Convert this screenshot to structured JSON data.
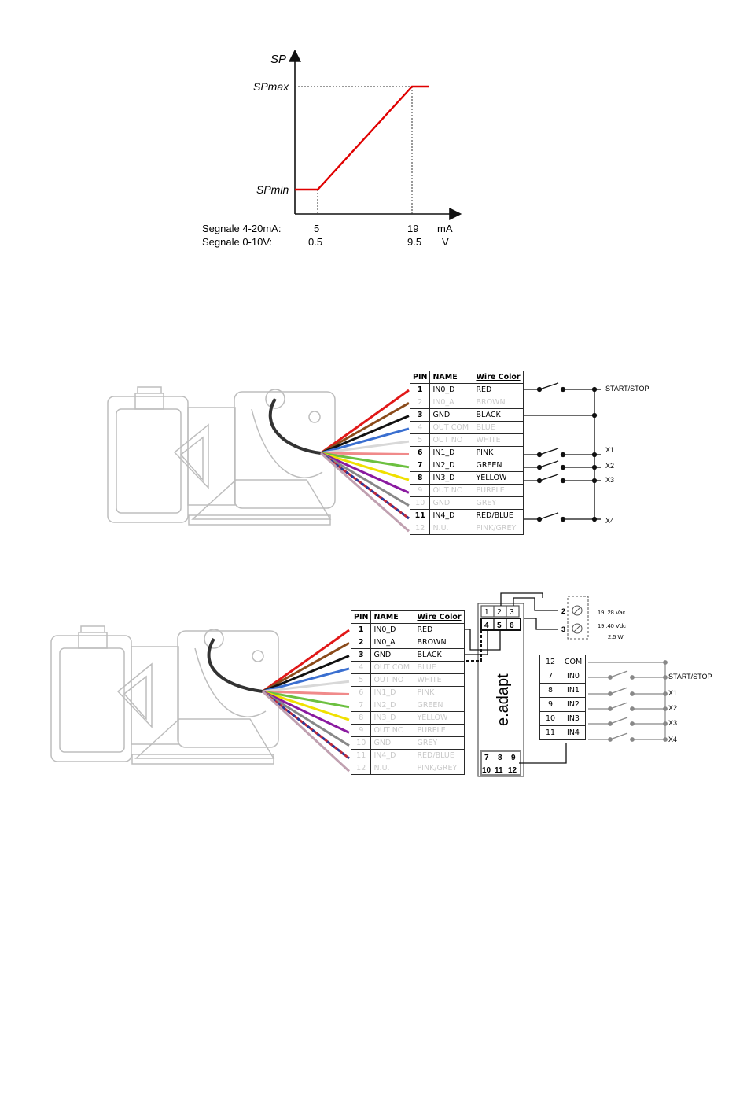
{
  "chart": {
    "y_axis_label": "SP",
    "spmax_label": "SPmax",
    "spmin_label": "SPmin",
    "signal_rows": [
      {
        "label": "Segnale 4-20mA:",
        "v1": "5",
        "v2": "19",
        "unit": "mA"
      },
      {
        "label": "Segnale 0-10V:",
        "v1": "0.5",
        "v2": "9.5",
        "unit": "V"
      }
    ],
    "line_color": "#e00000"
  },
  "table_headers": {
    "pin": "PIN",
    "name": "NAME",
    "wire": "Wire Color"
  },
  "diagram1": {
    "rows": [
      {
        "pin": "1",
        "name": "IN0_D",
        "color": "RED",
        "active": true
      },
      {
        "pin": "2",
        "name": "IN0_A",
        "color": "BROWN",
        "active": false
      },
      {
        "pin": "3",
        "name": "GND",
        "color": "BLACK",
        "active": true
      },
      {
        "pin": "4",
        "name": "OUT COM",
        "color": "BLUE",
        "active": false
      },
      {
        "pin": "5",
        "name": "OUT NO",
        "color": "WHITE",
        "active": false
      },
      {
        "pin": "6",
        "name": "IN1_D",
        "color": "PINK",
        "active": true
      },
      {
        "pin": "7",
        "name": "IN2_D",
        "color": "GREEN",
        "active": true
      },
      {
        "pin": "8",
        "name": "IN3_D",
        "color": "YELLOW",
        "active": true
      },
      {
        "pin": "9",
        "name": "OUT NC",
        "color": "PURPLE",
        "active": false
      },
      {
        "pin": "10",
        "name": "GND",
        "color": "GREY",
        "active": false
      },
      {
        "pin": "11",
        "name": "IN4_D",
        "color": "RED/BLUE",
        "active": true
      },
      {
        "pin": "12",
        "name": "N.U.",
        "color": "PINK/GREY",
        "active": false
      }
    ],
    "labels": {
      "start_stop": "START/STOP",
      "x1": "X1",
      "x2": "X2",
      "x3": "X3",
      "x4": "X4"
    }
  },
  "diagram2": {
    "rows": [
      {
        "pin": "1",
        "name": "IN0_D",
        "color": "RED",
        "active": true
      },
      {
        "pin": "2",
        "name": "IN0_A",
        "color": "BROWN",
        "active": true
      },
      {
        "pin": "3",
        "name": "GND",
        "color": "BLACK",
        "active": true
      },
      {
        "pin": "4",
        "name": "OUT COM",
        "color": "BLUE",
        "active": false
      },
      {
        "pin": "5",
        "name": "OUT NO",
        "color": "WHITE",
        "active": false
      },
      {
        "pin": "6",
        "name": "IN1_D",
        "color": "PINK",
        "active": false
      },
      {
        "pin": "7",
        "name": "IN2_D",
        "color": "GREEN",
        "active": false
      },
      {
        "pin": "8",
        "name": "IN3_D",
        "color": "YELLOW",
        "active": false
      },
      {
        "pin": "9",
        "name": "OUT NC",
        "color": "PURPLE",
        "active": false
      },
      {
        "pin": "10",
        "name": "GND",
        "color": "GREY",
        "active": false
      },
      {
        "pin": "11",
        "name": "IN4_D",
        "color": "RED/BLUE",
        "active": false
      },
      {
        "pin": "12",
        "name": "N.U.",
        "color": "PINK/GREY",
        "active": false
      }
    ],
    "module_name": "e.adapt",
    "module_top_pins": [
      "1",
      "2",
      "3",
      "4",
      "5",
      "6"
    ],
    "module_bottom_pins": [
      "7",
      "8",
      "9",
      "10",
      "11",
      "12"
    ],
    "power": {
      "pin2": "2",
      "pin3": "3",
      "vac": "19..28 Vac",
      "vdc": "19..40 Vdc",
      "watt": "2.5 W"
    },
    "inputs": [
      {
        "pin": "12",
        "name": "COM",
        "label": ""
      },
      {
        "pin": "7",
        "name": "IN0",
        "label": "START/STOP"
      },
      {
        "pin": "8",
        "name": "IN1",
        "label": "X1"
      },
      {
        "pin": "9",
        "name": "IN2",
        "label": "X2"
      },
      {
        "pin": "10",
        "name": "IN3",
        "label": "X3"
      },
      {
        "pin": "11",
        "name": "IN4",
        "label": "X4"
      }
    ]
  },
  "wire_colors": [
    "#e11818",
    "#8a4a1a",
    "#111111",
    "#3a6fd0",
    "#d8d8d8",
    "#f08a8a",
    "#6cc040",
    "#f0e000",
    "#8a1aa0",
    "#888888",
    "#c0283a",
    "#c0a0b0"
  ]
}
